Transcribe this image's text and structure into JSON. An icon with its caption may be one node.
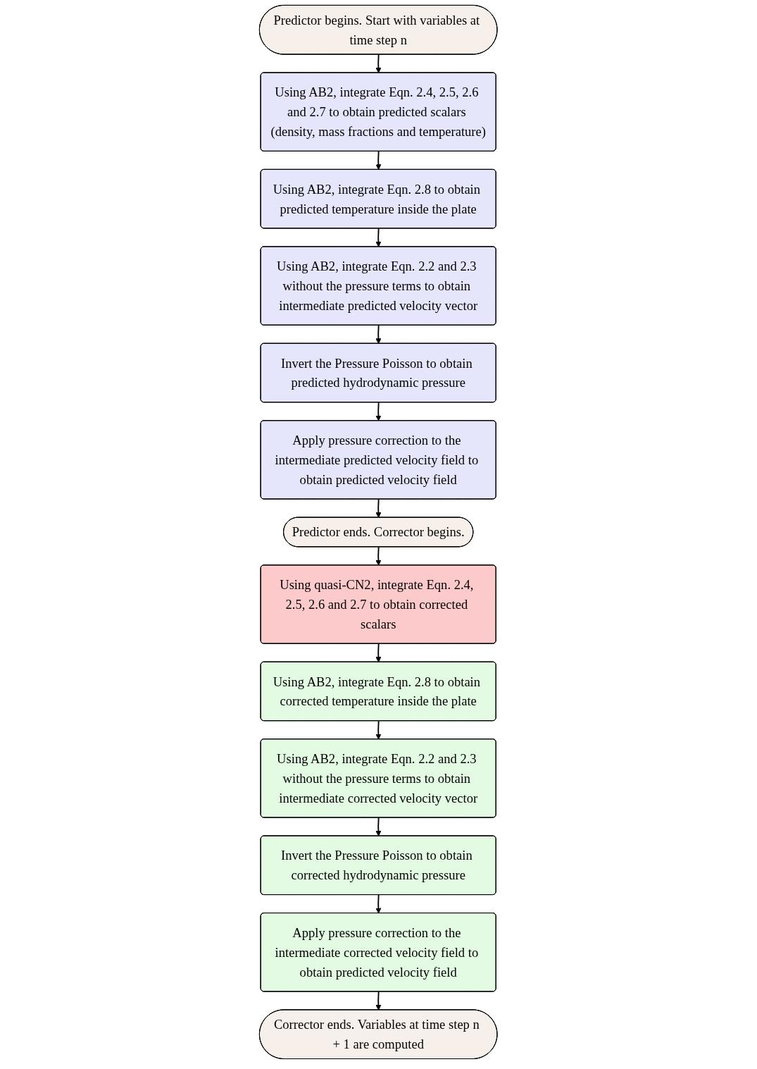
{
  "diagram": {
    "nodes": [
      {
        "text": [
          "Predictor begins. Start with variables at time step n"
        ]
      },
      {
        "text": [
          "Using AB2, integrate Eqn. 2.4, 2.5, 2.6 and 2.7 to obtain predicted scalars (density, mass fractions and temperature)"
        ]
      },
      {
        "text": [
          "Using AB2, integrate Eqn. 2.8 to obtain predicted temperature inside the plate"
        ]
      },
      {
        "text": [
          "Using AB2, integrate Eqn. 2.2 and 2.3 without the pressure terms to obtain intermediate predicted velocity vector"
        ]
      },
      {
        "text": [
          "Invert the Pressure Poisson to obtain predicted hydrodynamic pressure"
        ]
      },
      {
        "text": [
          "Apply pressure correction to the intermediate predicted velocity field to obtain predicted velocity field"
        ]
      },
      {
        "text": [
          "Predictor ends. Corrector begins."
        ]
      },
      {
        "text": [
          "Using quasi-CN2, integrate Eqn. 2.4, 2.5, 2.6 and 2.7 to obtain corrected scalars"
        ]
      },
      {
        "text": [
          "Using AB2, integrate Eqn. 2.8 to obtain corrected temperature inside the plate"
        ]
      },
      {
        "text": [
          "Using AB2, integrate Eqn. 2.2 and 2.3 without the pressure terms to obtain intermediate corrected velocity vector"
        ]
      },
      {
        "text": [
          "Invert the Pressure Poisson to obtain corrected hydrodynamic pressure"
        ]
      },
      {
        "text": [
          "Apply pressure correction to the intermediate corrected velocity field to obtain predicted velocity field"
        ]
      },
      {
        "text": [
          "Corrector ends. Variables at time step n + 1 are computed"
        ]
      }
    ],
    "edges": [
      {
        "from": 0,
        "to": 1,
        "arrow": "to"
      },
      {
        "from": 1,
        "to": 2,
        "arrow": "to"
      },
      {
        "from": 2,
        "to": 3,
        "arrow": "to"
      },
      {
        "from": 3,
        "to": 4,
        "arrow": "to"
      },
      {
        "from": 4,
        "to": 5,
        "arrow": "to"
      },
      {
        "from": 5,
        "to": 6,
        "arrow": "to"
      },
      {
        "from": 6,
        "to": 7,
        "arrow": "to"
      },
      {
        "from": 7,
        "to": 8,
        "arrow": "to"
      },
      {
        "from": 8,
        "to": 9,
        "arrow": "to"
      },
      {
        "from": 9,
        "to": 10,
        "arrow": "to"
      },
      {
        "from": 10,
        "to": 11,
        "arrow": "to"
      },
      {
        "from": 11,
        "to": 12,
        "arrow": "to"
      }
    ]
  }
}
